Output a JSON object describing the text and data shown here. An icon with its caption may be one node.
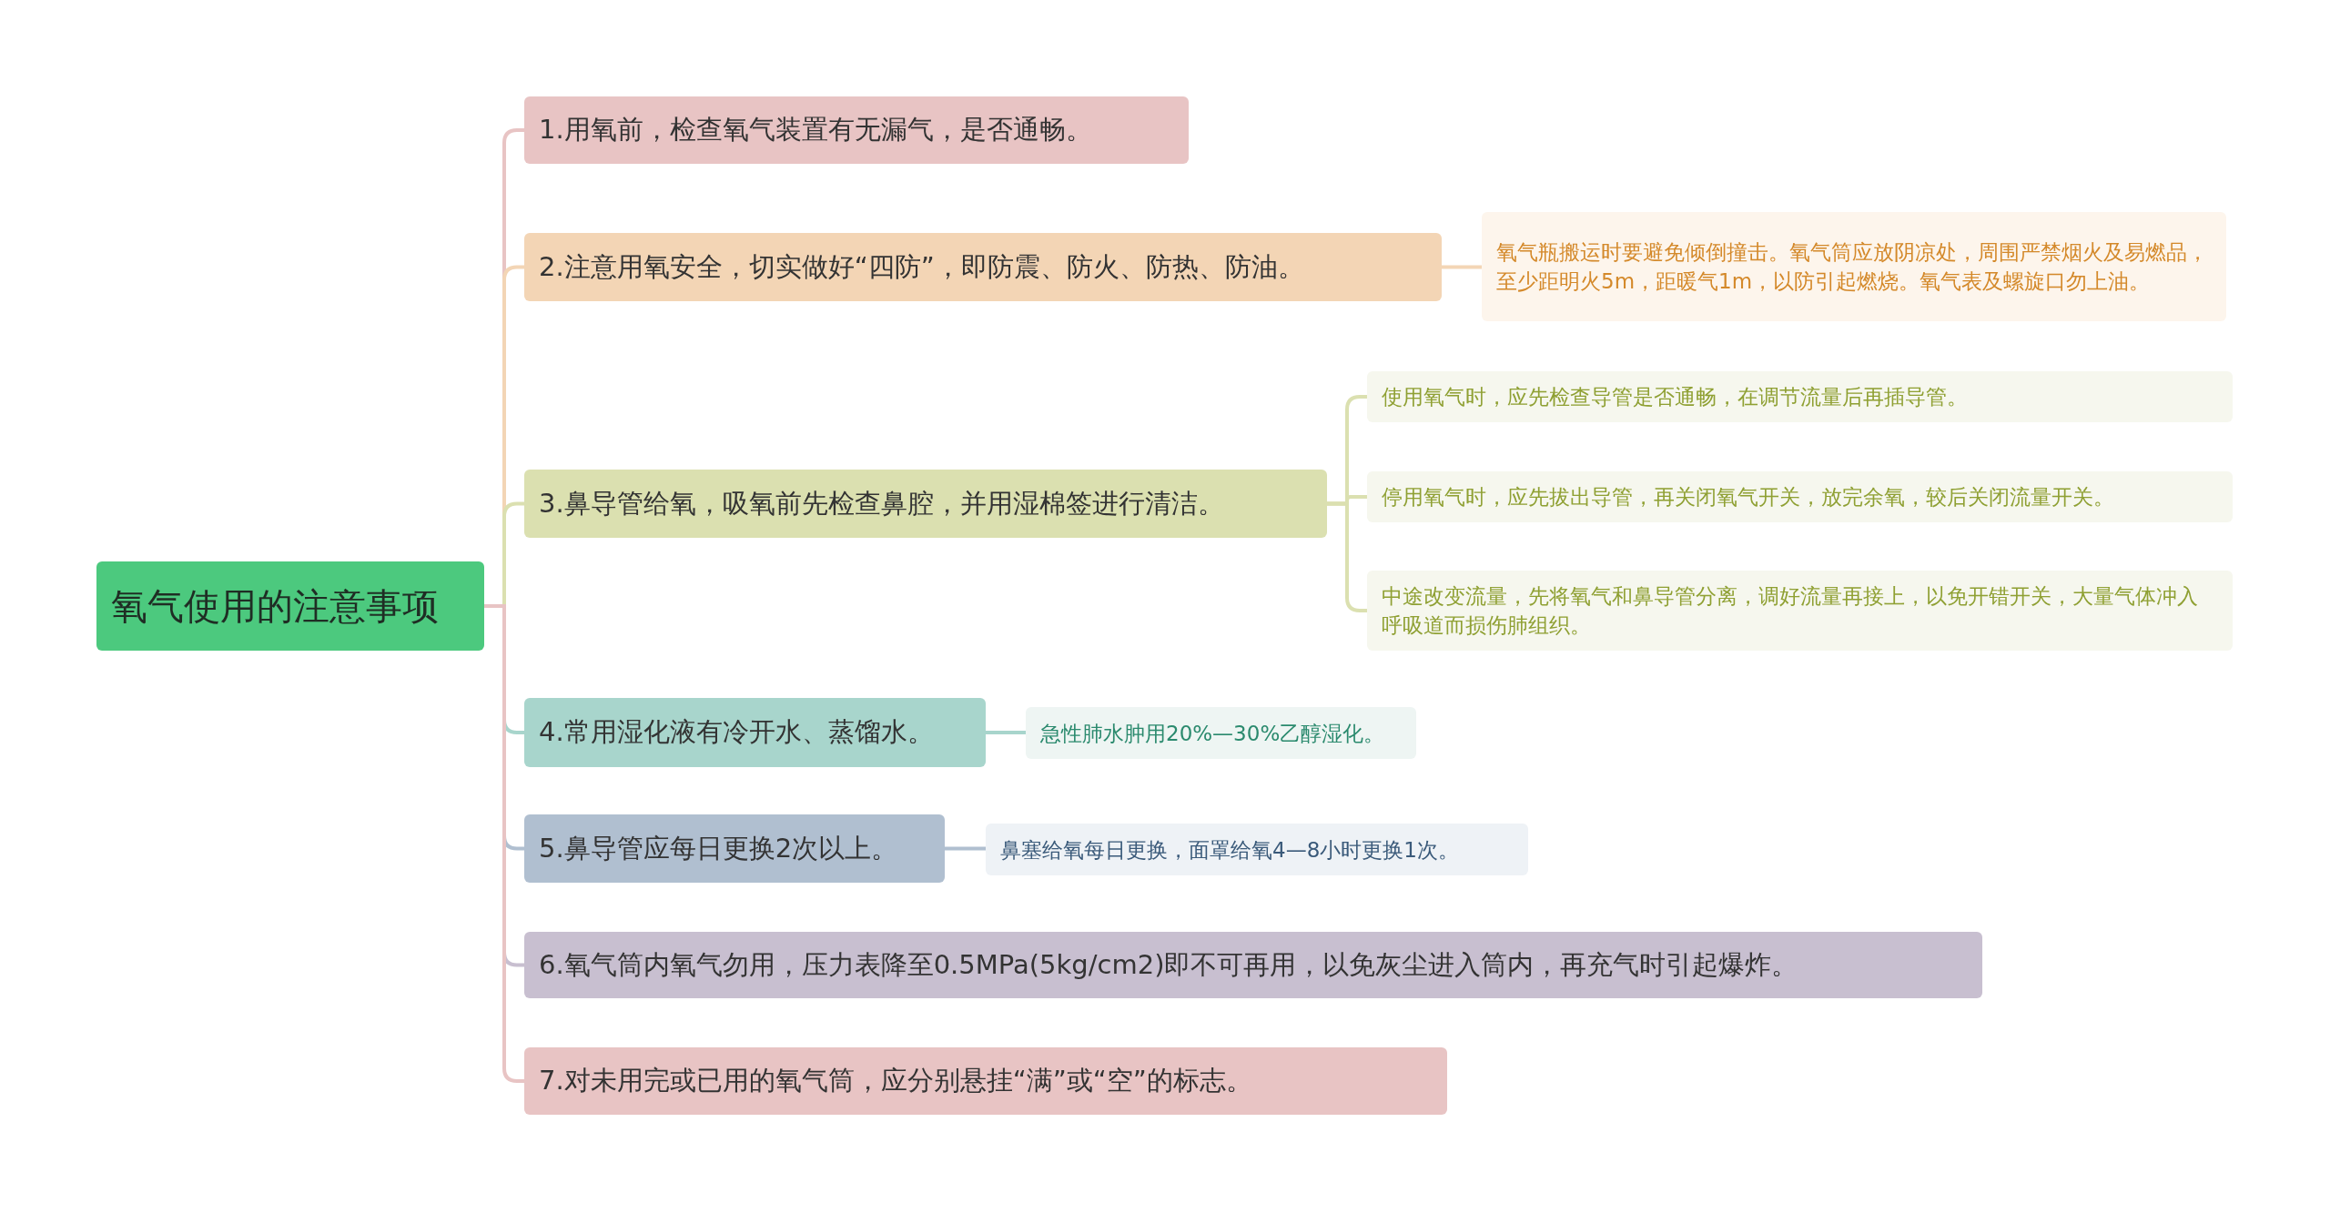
{
  "diagram": {
    "nodes": [
      {
        "text": [
          "氧气使用的注意事项"
        ]
      },
      {
        "text": [
          "1.用氧前，检查氧气装置有无漏气，是否通畅。"
        ]
      },
      {
        "text": [
          "2.注意用氧安全，切实做好“四防”，即防震、防火、防热、防油。"
        ]
      },
      {
        "text": [
          "氧气瓶搬运时要避免倾倒撞击。氧气筒应放阴凉处，周围严禁烟火及易燃品，至少距明火5m，距暖气1m，以防引起燃烧。氧气表及螺旋口勿上油。"
        ]
      },
      {
        "text": [
          "3.鼻导管给氧，吸氧前先检查鼻腔，并用湿棉签进行清洁。"
        ]
      },
      {
        "text": [
          "使用氧气时，应先检查导管是否通畅，在调节流量后再插导管。"
        ]
      },
      {
        "text": [
          "停用氧气时，应先拔出导管，再关闭氧气开关，放完余氧，较后关闭流量开关。"
        ]
      },
      {
        "text": [
          "中途改变流量，先将氧气和鼻导管分离，调好流量再接上，以免开错开关，大量气体冲入呼吸道而损伤肺组织。"
        ]
      },
      {
        "text": [
          "4.常用湿化液有冷开水、蒸馏水。"
        ]
      },
      {
        "text": [
          "急性肺水肿用20%—30%乙醇湿化。"
        ]
      },
      {
        "text": [
          "5.鼻导管应每日更换2次以上。"
        ]
      },
      {
        "text": [
          "鼻塞给氧每日更换，面罩给氧4—8小时更换1次。"
        ]
      },
      {
        "text": [
          "6.氧气筒内氧气勿用，压力表降至0.5MPa(5kg/cm2)即不可再用，以免灰尘进入筒内，再充气时引起爆炸。"
        ]
      },
      {
        "text": [
          "7.对未用完或已用的氧气筒，应分别悬挂“满”或“空”的标志。"
        ]
      }
    ],
    "edges": [
      {
        "from": 0,
        "to": 1,
        "arrow": "none",
        "color": "#e8c4c4"
      },
      {
        "from": 0,
        "to": 2,
        "arrow": "none",
        "color": "#f3d5b5"
      },
      {
        "from": 2,
        "to": 3,
        "arrow": "none",
        "color": "#f3d5b5"
      },
      {
        "from": 0,
        "to": 4,
        "arrow": "none",
        "color": "#dbe0b0"
      },
      {
        "from": 4,
        "to": 5,
        "arrow": "none",
        "color": "#dbe0b0"
      },
      {
        "from": 4,
        "to": 6,
        "arrow": "none",
        "color": "#dbe0b0"
      },
      {
        "from": 4,
        "to": 7,
        "arrow": "none",
        "color": "#dbe0b0"
      },
      {
        "from": 0,
        "to": 8,
        "arrow": "none",
        "color": "#a8d5cc"
      },
      {
        "from": 8,
        "to": 9,
        "arrow": "none",
        "color": "#a8d5cc"
      },
      {
        "from": 0,
        "to": 10,
        "arrow": "none",
        "color": "#b0bfd0"
      },
      {
        "from": 10,
        "to": 11,
        "arrow": "none",
        "color": "#b0bfd0"
      },
      {
        "from": 0,
        "to": 12,
        "arrow": "none",
        "color": "#c8bfd0"
      },
      {
        "from": 0,
        "to": 13,
        "arrow": "none",
        "color": "#e8c4c4"
      }
    ]
  }
}
